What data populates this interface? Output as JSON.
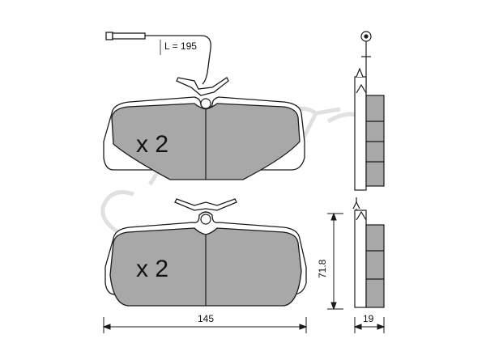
{
  "wire": {
    "length_label": "L = 195"
  },
  "pads": {
    "top": {
      "quantity": "x 2"
    },
    "bottom": {
      "quantity": "x 2"
    }
  },
  "dimensions": {
    "width": "145",
    "height": "71.8",
    "thickness": "19"
  },
  "watermark": {
    "text": "cifam"
  },
  "colors": {
    "pad_fill": "#a8a8a8",
    "outline": "#1a1a1a",
    "watermark": "#cfcfcf"
  }
}
